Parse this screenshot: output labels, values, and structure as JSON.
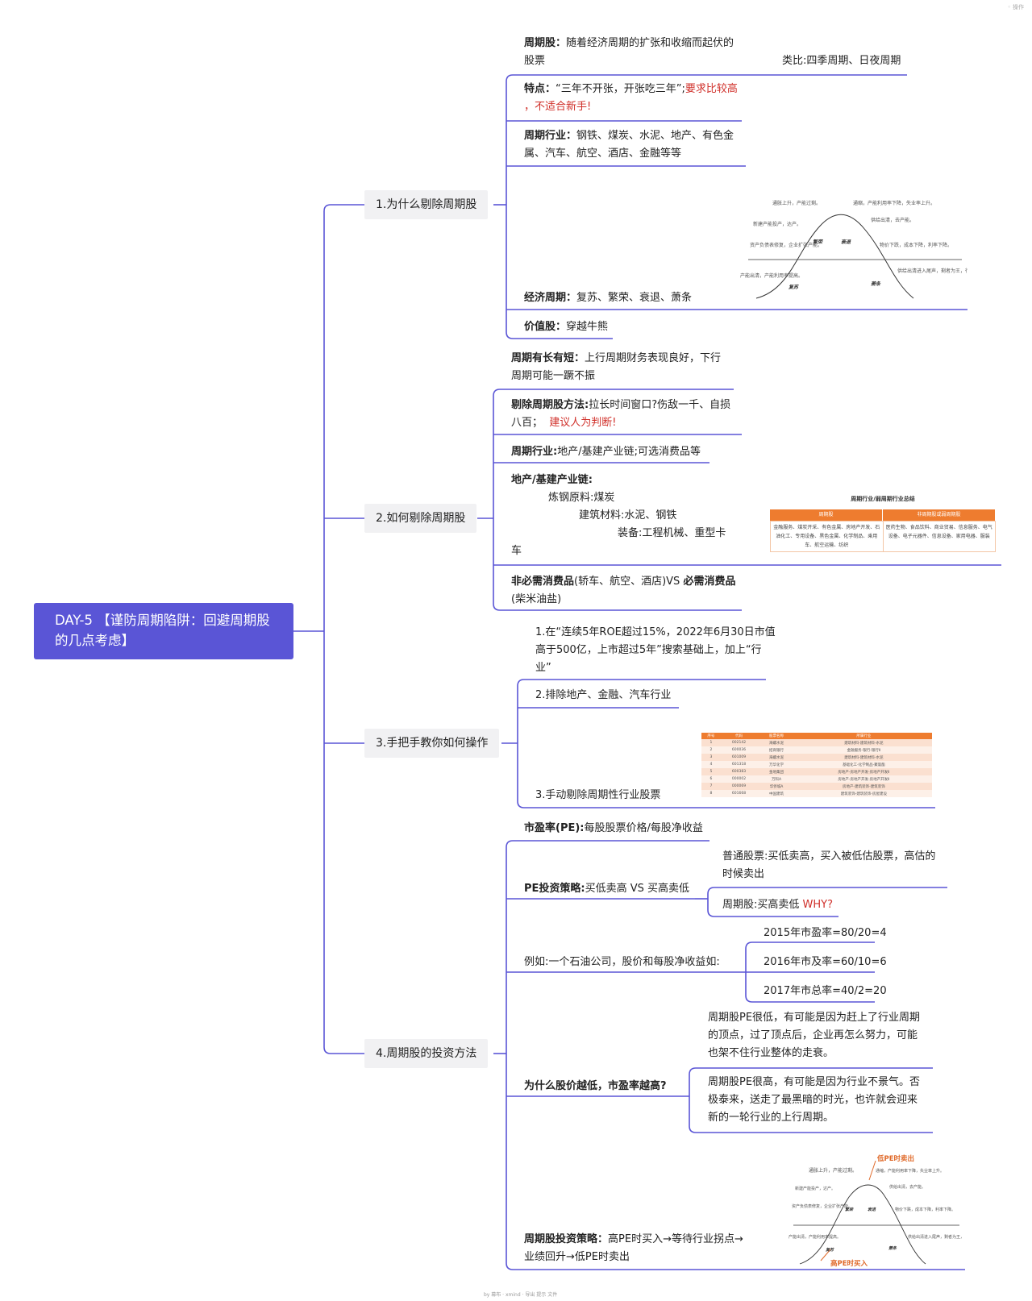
{
  "corner": "◦ 操作",
  "footer": "by 幕布 · xmind · 导出 提示 文件",
  "root": {
    "title": "DAY-5 【谨防周期陷阱：回避周期股的几点考虑】"
  },
  "branches": [
    {
      "label": "1.为什么剔除周期股",
      "items": {
        "cyclical_label": "周期股：",
        "cyclical_text_1": "随着经济周期的扩张和收缩而起伏的",
        "cyclical_text_2": "股票",
        "analogy": "类比:四季周期、日夜周期",
        "feature_label": "特点：",
        "feature_text": "“三年不开张，开张吃三年”;",
        "feature_red_1": "要求比较高",
        "feature_red_2": "，不适合新手!",
        "industry_label": "周期行业：",
        "industry_text_1": "钢铁、煤炭、水泥、地产、有色金",
        "industry_text_2": "属、汽车、航空、酒店、金融等等",
        "econ_label": "经济周期：",
        "econ_text": "复苏、繁荣、衰退、萧条",
        "value_label": "价值股：",
        "value_text": "穿越牛熊"
      }
    },
    {
      "label": "2.如何剔除周期股",
      "items": {
        "length_label": "周期有长有短：",
        "length_text_1": "上行周期财务表现良好，下行",
        "length_text_2": "周期可能一蹶不振",
        "method_label": "剔除周期股方法:",
        "method_text_1": "拉长时间窗口?伤敌一千、自损",
        "method_text_2": "八百；",
        "method_red": "建议人为判断!",
        "industry_label": "周期行业:",
        "industry_text": "地产/基建产业链;可选消费品等",
        "chain_label": "地产/基建产业链:",
        "chain_1": "炼钢原料:煤炭",
        "chain_2": "建筑材料:水泥、钢铁",
        "chain_3": "装备:工程机械、重型卡",
        "chain_4": "车",
        "consume_label_1": "非必需消费品",
        "consume_text_1": "(轿车、航空、酒店)VS ",
        "consume_label_2": "必需消费品",
        "consume_text_2": "(柴米油盐)"
      }
    },
    {
      "label": "3.手把手教你如何操作",
      "items": {
        "step1_1": "1.在“连续5年ROE超过15%，2022年6月30日市值",
        "step1_2": "高于500亿，上市超过5年”搜索基础上，加上“行",
        "step1_3": "业”",
        "step2": "2.排除地产、金融、汽车行业",
        "step3": "3.手动剔除周期性行业股票"
      }
    },
    {
      "label": "4.周期股的投资方法",
      "items": {
        "pe_label": "市盈率(PE):",
        "pe_text": "每股股票价格/每股净收益",
        "strategy_label": "PE投资策略:",
        "strategy_text": "买低卖高 VS 买高卖低",
        "normal_1": "普通股票:买低卖高，买入被低估股票，高估的",
        "normal_2": "时候卖出",
        "cyc_text": "周期股:买高卖低 ",
        "cyc_red": "WHY?",
        "example": "例如:一个石油公司，股价和每股净收益如:",
        "ex_2015": "2015年市盈率=80/20=4",
        "ex_2016": "2016年市及率=60/10=6",
        "ex_2017": "2017年市总率=40/2=20",
        "why_label": "为什么股价越低，市盈率越高?",
        "low_1": "周期股PE很低，有可能是因为赶上了行业周期",
        "low_2": "的顶点，过了顶点后，企业再怎么努力，可能",
        "low_3": "也架不住行业整体的走衰。",
        "high_1": "周期股PE很高，有可能是因为行业不景气。否",
        "high_2": "极泰来，送走了最黑暗的时光，也许就会迎来",
        "high_3": "新的一轮行业的上行周期。",
        "final_label": "周期股投资策略：",
        "final_text_1": "高PE时买入→等待行业拐点→",
        "final_text_2": "业绩回升→低PE时卖出"
      }
    }
  ],
  "cycle_chart_1": {
    "labels": {
      "tl": "通胀上升，产能过剩。",
      "tr": "通缩，产能利用率下降，失业率上升。",
      "ml": "新建产能投产，达产。",
      "mr": "供给出清，去产能。",
      "l2": "资产负债表修复，企业扩张产能。",
      "r2": "物价下跌，成本下降，利率下降。",
      "bl": "产能出清，产能利用率提高。",
      "br": "供给出清进入尾声，剩者为王，行业集中度提升。",
      "prosper": "繁荣",
      "recess": "衰退",
      "recover": "复苏",
      "depress": "萧条"
    }
  },
  "cycle_chart_2": {
    "sell": "低PE时卖出",
    "buy": "高PE时买入"
  },
  "industry_table": {
    "title": "周期行业/弱周期行业总结",
    "head": [
      "周期股",
      "非周期股或弱周期股"
    ],
    "left": "金融服务、煤炭开采、有色金属、房地产开发、石油化工、专用设备、黑色金属、化学制品、乘用车、航空运输、纺织",
    "right": "医药生物、食品饮料、商业贸易、信息服务、电气设备、电子元器件、信息设备、家用电器、服装"
  },
  "stock_table": {
    "head": [
      "序号",
      "代码",
      "股票名称",
      "所属行业"
    ],
    "rows": [
      [
        "1",
        "002142",
        "海螺水泥",
        "建筑材料-建筑材料-水泥"
      ],
      [
        "2",
        "600036",
        "招商银行",
        "金融服务-银行-银行Ⅱ"
      ],
      [
        "3",
        "601009",
        "海螺水泥",
        "建筑材料-建筑材料-水泥"
      ],
      [
        "4",
        "601318",
        "万华化学",
        "基础化工-化学制品-聚氨酯"
      ],
      [
        "5",
        "600383",
        "金地集团",
        "房地产-房地产开发-房地产开发Ⅱ"
      ],
      [
        "6",
        "000002",
        "万科A",
        "房地产-房地产开发-房地产开发Ⅱ"
      ],
      [
        "7",
        "000069",
        "华侨城A",
        "房地产-建筑装饰-建筑装饰"
      ],
      [
        "8",
        "601668",
        "中国建筑",
        "建筑装饰-建筑装饰-房屋建设"
      ]
    ]
  }
}
